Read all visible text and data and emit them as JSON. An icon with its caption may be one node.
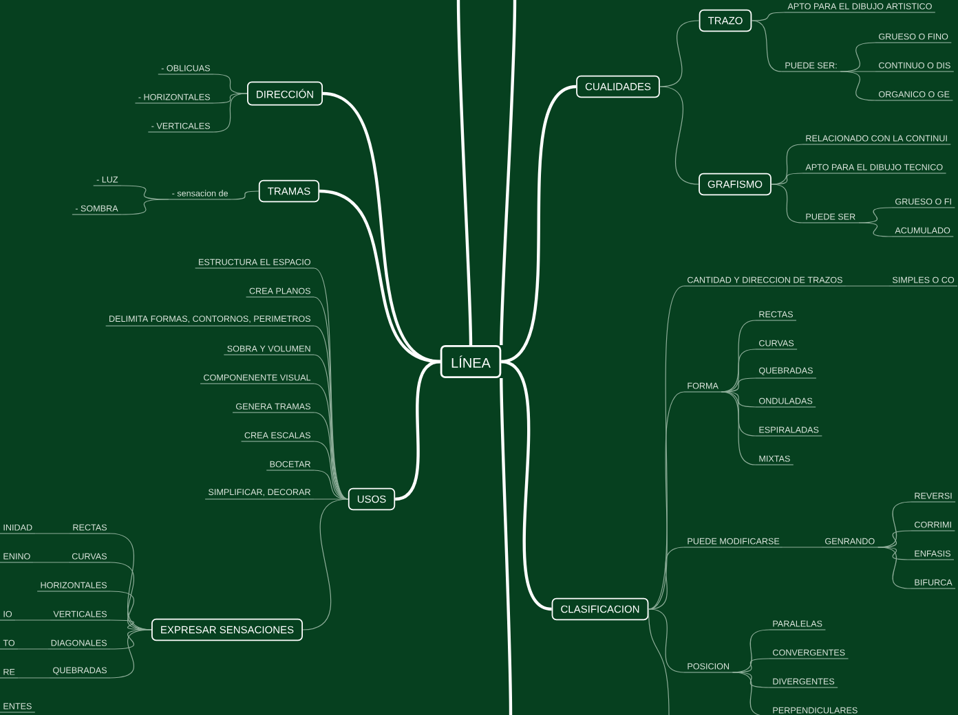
{
  "diagram": {
    "nodes": [
      {
        "text": [
          "LÍNEA"
        ]
      },
      {
        "text": [
          "DIRECCIÓN"
        ]
      },
      {
        "text": [
          "- OBLICUAS"
        ]
      },
      {
        "text": [
          "- HORIZONTALES"
        ]
      },
      {
        "text": [
          "- VERTICALES"
        ]
      },
      {
        "text": [
          "TRAMAS"
        ]
      },
      {
        "text": [
          "- sensacion de"
        ]
      },
      {
        "text": [
          "- LUZ"
        ]
      },
      {
        "text": [
          "- SOMBRA"
        ]
      },
      {
        "text": [
          "USOS"
        ]
      },
      {
        "text": [
          "ESTRUCTURA EL ESPACIO"
        ]
      },
      {
        "text": [
          "CREA PLANOS"
        ]
      },
      {
        "text": [
          "DELIMITA FORMAS, CONTORNOS, PERIMETROS"
        ]
      },
      {
        "text": [
          "SOBRA Y VOLUMEN"
        ]
      },
      {
        "text": [
          "COMPONENENTE VISUAL"
        ]
      },
      {
        "text": [
          "GENERA TRAMAS"
        ]
      },
      {
        "text": [
          "CREA ESCALAS"
        ]
      },
      {
        "text": [
          "BOCETAR"
        ]
      },
      {
        "text": [
          "SIMPLIFICAR, DECORAR"
        ]
      },
      {
        "text": [
          "EXPRESAR SENSACIONES"
        ]
      },
      {
        "text": [
          "RECTAS"
        ]
      },
      {
        "text": [
          "CURVAS"
        ]
      },
      {
        "text": [
          "HORIZONTALES"
        ]
      },
      {
        "text": [
          "VERTICALES"
        ]
      },
      {
        "text": [
          "DIAGONALES"
        ]
      },
      {
        "text": [
          "QUEBRADAS"
        ]
      },
      {
        "text": [
          "INIDAD"
        ]
      },
      {
        "text": [
          "ENINO"
        ]
      },
      {
        "text": [
          "IO"
        ]
      },
      {
        "text": [
          "TO"
        ]
      },
      {
        "text": [
          "RE"
        ]
      },
      {
        "text": [
          "ENTES"
        ]
      },
      {
        "text": [
          "CUALIDADES"
        ]
      },
      {
        "text": [
          "TRAZO"
        ]
      },
      {
        "text": [
          "APTO PARA EL DIBUJO ARTISTICO"
        ]
      },
      {
        "text": [
          "PUEDE SER:"
        ]
      },
      {
        "text": [
          "GRUESO O FINO"
        ]
      },
      {
        "text": [
          "CONTINUO O DIS"
        ]
      },
      {
        "text": [
          "ORGANICO O GE"
        ]
      },
      {
        "text": [
          "GRAFISMO"
        ]
      },
      {
        "text": [
          "RELACIONADO CON LA CONTINUI"
        ]
      },
      {
        "text": [
          "APTO PARA EL DIBUJO TECNICO"
        ]
      },
      {
        "text": [
          "PUEDE SER"
        ]
      },
      {
        "text": [
          "GRUESO O FI"
        ]
      },
      {
        "text": [
          "ACUMULADO"
        ]
      },
      {
        "text": [
          "CLASIFICACION"
        ]
      },
      {
        "text": [
          "CANTIDAD Y DIRECCION DE TRAZOS"
        ]
      },
      {
        "text": [
          "SIMPLES O CO"
        ]
      },
      {
        "text": [
          "FORMA"
        ]
      },
      {
        "text": [
          "RECTAS"
        ]
      },
      {
        "text": [
          "CURVAS"
        ]
      },
      {
        "text": [
          "QUEBRADAS"
        ]
      },
      {
        "text": [
          "ONDULADAS"
        ]
      },
      {
        "text": [
          "ESPIRALADAS"
        ]
      },
      {
        "text": [
          "MIXTAS"
        ]
      },
      {
        "text": [
          "PUEDE MODIFICARSE"
        ]
      },
      {
        "text": [
          "GENRANDO"
        ]
      },
      {
        "text": [
          "REVERSI"
        ]
      },
      {
        "text": [
          "CORRIMI"
        ]
      },
      {
        "text": [
          "ENFASIS"
        ]
      },
      {
        "text": [
          "BIFURCA"
        ]
      },
      {
        "text": [
          "POSICION"
        ]
      },
      {
        "text": [
          "PARALELAS"
        ]
      },
      {
        "text": [
          "CONVERGENTES"
        ]
      },
      {
        "text": [
          "DIVERGENTES"
        ]
      },
      {
        "text": [
          "PERPENDICULARES"
        ]
      }
    ],
    "edges": [
      {
        "from": 0,
        "to": 1,
        "arrow": "none",
        "style": "thick",
        "color": "#ffffff"
      },
      {
        "from": 0,
        "to": 5,
        "arrow": "none",
        "style": "thick",
        "color": "#ffffff"
      },
      {
        "from": 0,
        "to": 9,
        "arrow": "none",
        "style": "thick",
        "color": "#ffffff"
      },
      {
        "from": 0,
        "to": 32,
        "arrow": "none",
        "style": "thick",
        "color": "#ffffff"
      },
      {
        "from": 0,
        "to": 45,
        "arrow": "none",
        "style": "thick",
        "color": "#ffffff"
      },
      {
        "from": 0,
        "to": null,
        "arrow": "none",
        "style": "thick",
        "color": "#ffffff"
      },
      {
        "from": 0,
        "to": null,
        "arrow": "none",
        "style": "thick",
        "color": "#ffffff"
      },
      {
        "from": 0,
        "to": null,
        "arrow": "none",
        "style": "thick",
        "color": "#ffffff"
      },
      {
        "from": 1,
        "to": 2,
        "arrow": "none"
      },
      {
        "from": 1,
        "to": 3,
        "arrow": "none"
      },
      {
        "from": 1,
        "to": 4,
        "arrow": "none"
      },
      {
        "from": 5,
        "to": 6,
        "arrow": "none"
      },
      {
        "from": 6,
        "to": 7,
        "arrow": "none"
      },
      {
        "from": 6,
        "to": 8,
        "arrow": "none"
      },
      {
        "from": 9,
        "to": 10,
        "arrow": "none"
      },
      {
        "from": 9,
        "to": 11,
        "arrow": "none"
      },
      {
        "from": 9,
        "to": 12,
        "arrow": "none"
      },
      {
        "from": 9,
        "to": 13,
        "arrow": "none"
      },
      {
        "from": 9,
        "to": 14,
        "arrow": "none"
      },
      {
        "from": 9,
        "to": 15,
        "arrow": "none"
      },
      {
        "from": 9,
        "to": 16,
        "arrow": "none"
      },
      {
        "from": 9,
        "to": 17,
        "arrow": "none"
      },
      {
        "from": 9,
        "to": 18,
        "arrow": "none"
      },
      {
        "from": 9,
        "to": 19,
        "arrow": "none"
      },
      {
        "from": 19,
        "to": 20,
        "arrow": "none"
      },
      {
        "from": 19,
        "to": 21,
        "arrow": "none"
      },
      {
        "from": 19,
        "to": 22,
        "arrow": "none"
      },
      {
        "from": 19,
        "to": 23,
        "arrow": "none"
      },
      {
        "from": 19,
        "to": 24,
        "arrow": "none"
      },
      {
        "from": 19,
        "to": 25,
        "arrow": "none"
      },
      {
        "from": 20,
        "to": 26,
        "arrow": "none"
      },
      {
        "from": 21,
        "to": 27,
        "arrow": "none"
      },
      {
        "from": 23,
        "to": 28,
        "arrow": "none"
      },
      {
        "from": 24,
        "to": 29,
        "arrow": "none"
      },
      {
        "from": 25,
        "to": 30,
        "arrow": "none"
      },
      {
        "from": 32,
        "to": 33,
        "arrow": "none"
      },
      {
        "from": 32,
        "to": 39,
        "arrow": "none"
      },
      {
        "from": 33,
        "to": 34,
        "arrow": "none"
      },
      {
        "from": 33,
        "to": 35,
        "arrow": "none"
      },
      {
        "from": 35,
        "to": 36,
        "arrow": "none"
      },
      {
        "from": 35,
        "to": 37,
        "arrow": "none"
      },
      {
        "from": 35,
        "to": 38,
        "arrow": "none"
      },
      {
        "from": 39,
        "to": 40,
        "arrow": "none"
      },
      {
        "from": 39,
        "to": 41,
        "arrow": "none"
      },
      {
        "from": 39,
        "to": 42,
        "arrow": "none"
      },
      {
        "from": 42,
        "to": 43,
        "arrow": "none"
      },
      {
        "from": 42,
        "to": 44,
        "arrow": "none"
      },
      {
        "from": 45,
        "to": 46,
        "arrow": "none"
      },
      {
        "from": 45,
        "to": 48,
        "arrow": "none"
      },
      {
        "from": 45,
        "to": 55,
        "arrow": "none"
      },
      {
        "from": 45,
        "to": 61,
        "arrow": "none"
      },
      {
        "from": 45,
        "to": null,
        "arrow": "none"
      },
      {
        "from": 46,
        "to": 47,
        "arrow": "none"
      },
      {
        "from": 48,
        "to": 49,
        "arrow": "none"
      },
      {
        "from": 48,
        "to": 50,
        "arrow": "none"
      },
      {
        "from": 48,
        "to": 51,
        "arrow": "none"
      },
      {
        "from": 48,
        "to": 52,
        "arrow": "none"
      },
      {
        "from": 48,
        "to": 53,
        "arrow": "none"
      },
      {
        "from": 48,
        "to": 54,
        "arrow": "none"
      },
      {
        "from": 55,
        "to": 56,
        "arrow": "none"
      },
      {
        "from": 56,
        "to": 57,
        "arrow": "none"
      },
      {
        "from": 56,
        "to": 58,
        "arrow": "none"
      },
      {
        "from": 56,
        "to": 59,
        "arrow": "none"
      },
      {
        "from": 56,
        "to": 60,
        "arrow": "none"
      },
      {
        "from": 61,
        "to": 62,
        "arrow": "none"
      },
      {
        "from": 61,
        "to": 63,
        "arrow": "none"
      },
      {
        "from": 61,
        "to": 64,
        "arrow": "none"
      },
      {
        "from": 61,
        "to": 65,
        "arrow": "none"
      }
    ]
  }
}
